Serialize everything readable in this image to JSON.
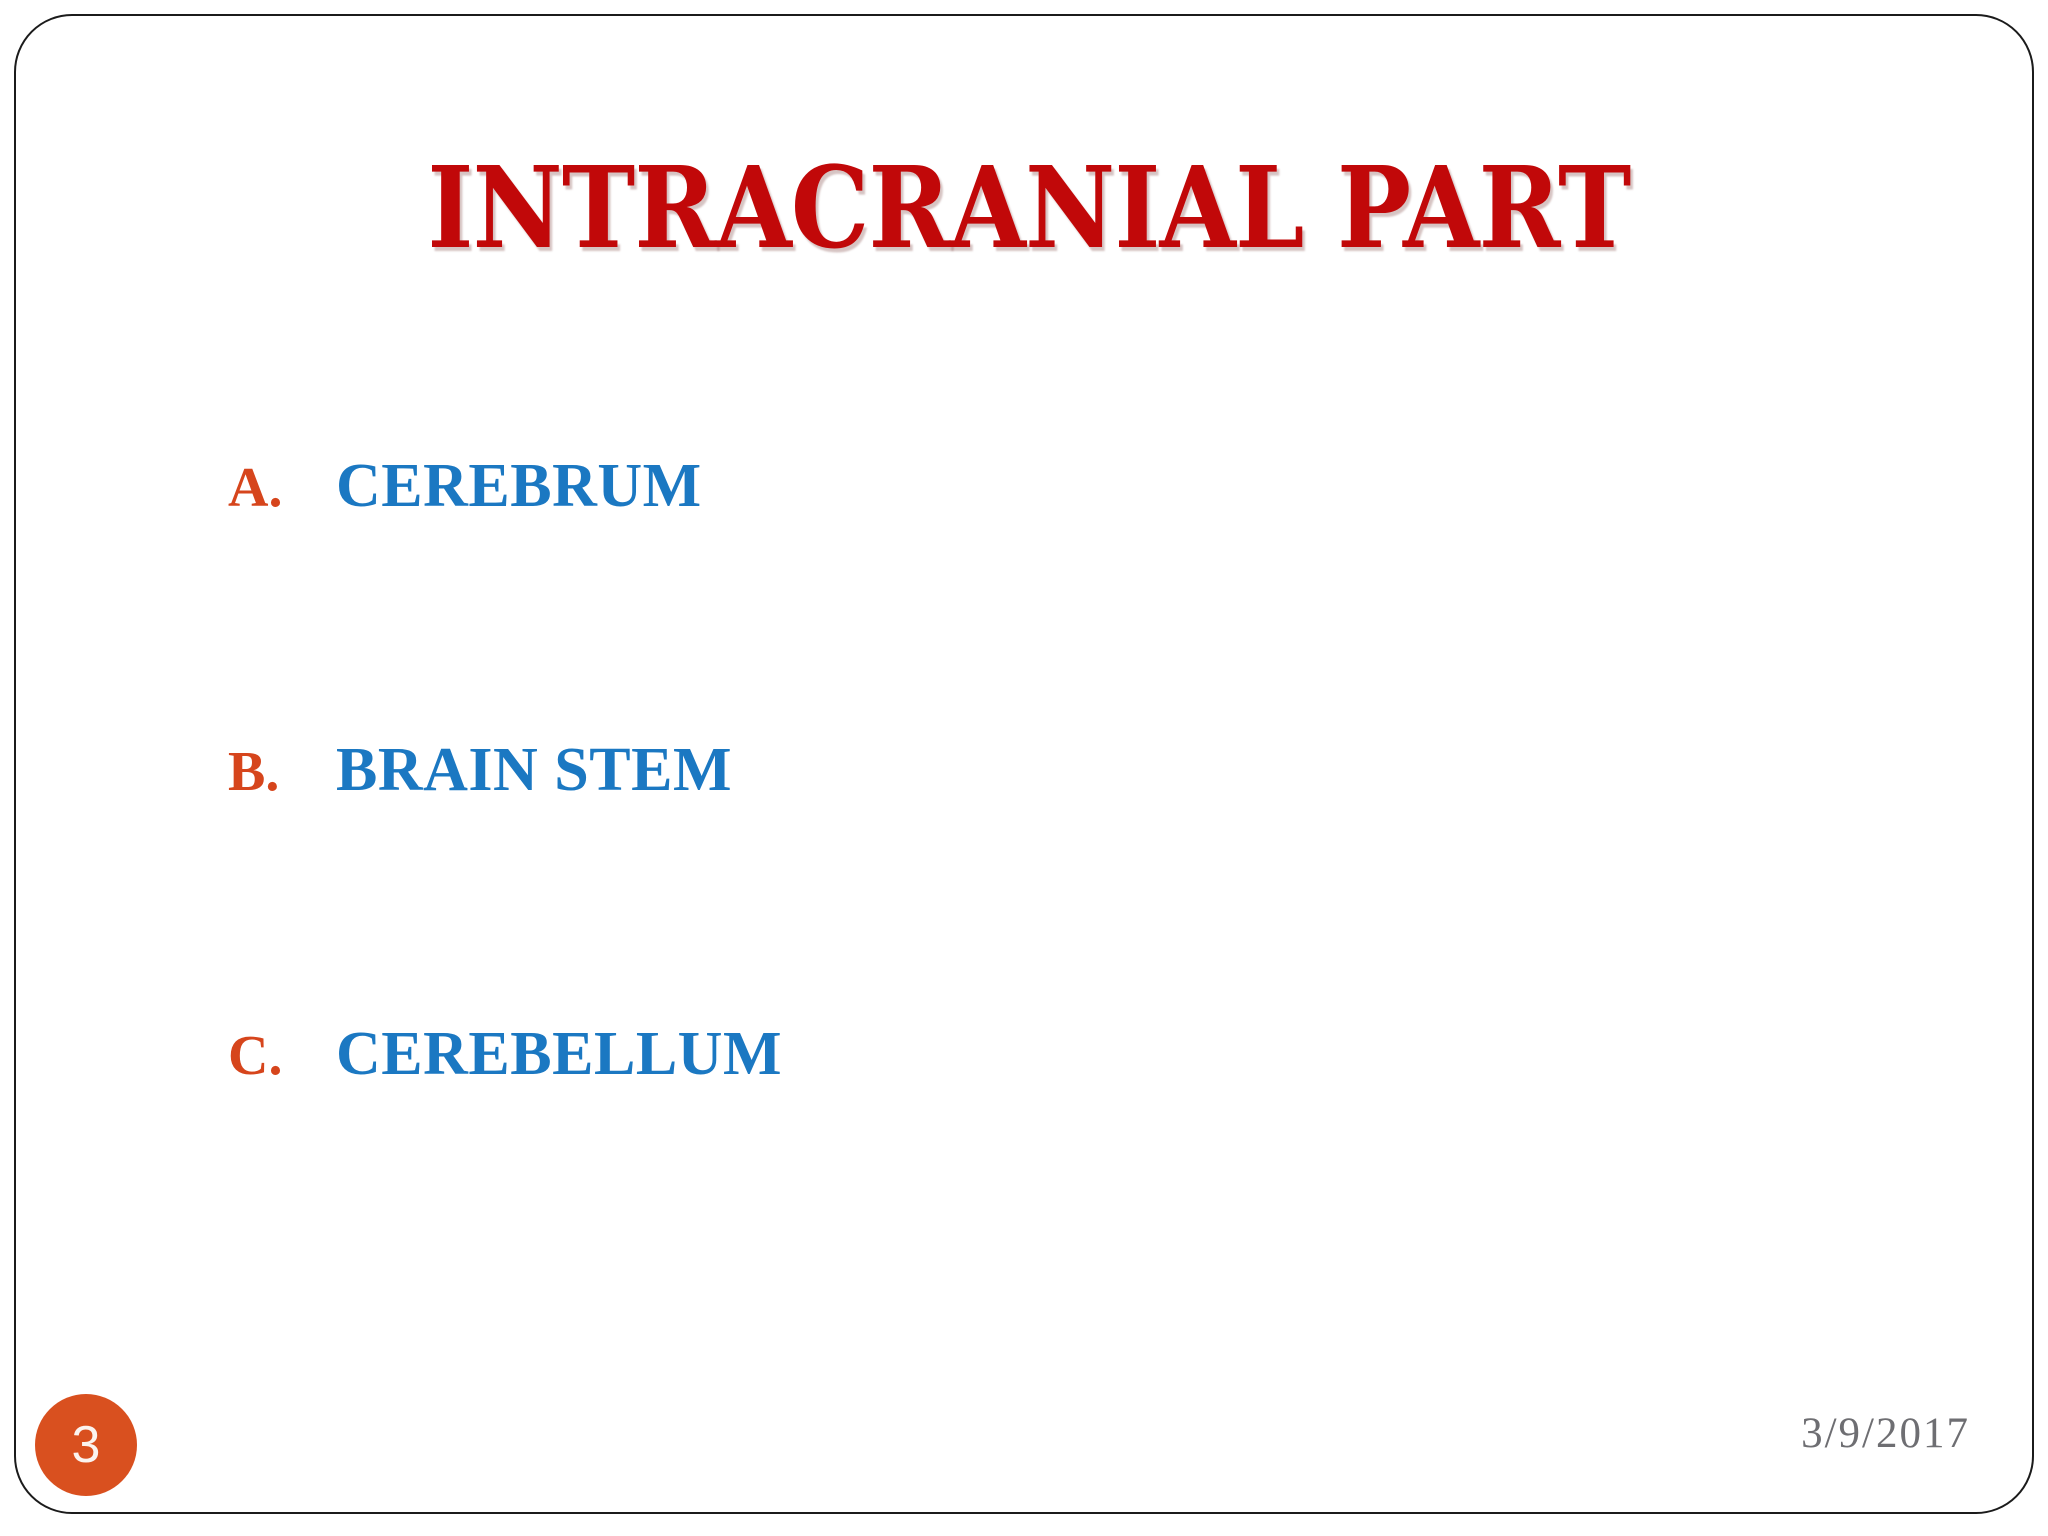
{
  "slide": {
    "title": "INTRACRANIAL PART",
    "background_color": "#FFFFFF",
    "frame_color": "#1B1B1B",
    "title_color": "#C10809",
    "marker_color": "#D6451C",
    "label_color": "#1B78C2",
    "badge_color": "#D9501F",
    "date_color": "#6E6E72"
  },
  "content": {
    "items": [
      {
        "marker": "A.",
        "label": "CEREBRUM"
      },
      {
        "marker": "B.",
        "label": "BRAIN STEM"
      },
      {
        "marker": "C.",
        "label": "CEREBELLUM"
      }
    ]
  },
  "footer": {
    "page_number": "3",
    "date": "3/9/2017"
  }
}
